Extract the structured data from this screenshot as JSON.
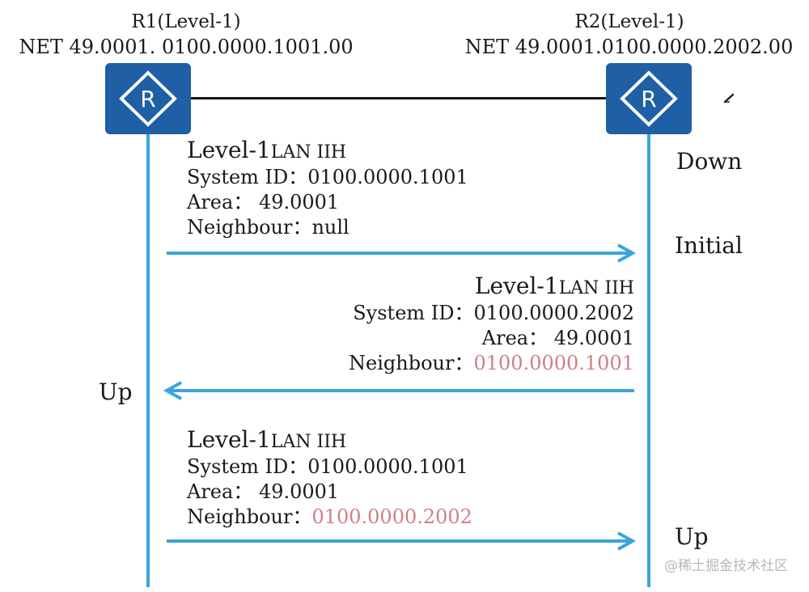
{
  "routers": {
    "r1": {
      "title": "R1(Level-1)",
      "net": "NET 49.0001. 0100.0000.1001.00"
    },
    "r2": {
      "title": "R2(Level-1)",
      "net": "NET 49.0001.0100.0000.2002.00"
    }
  },
  "messages": [
    {
      "title_main": "Level-1",
      "title_sub": "LAN IIH",
      "system_id": "System ID：0100.0000.1001",
      "area": "Area： 49.0001",
      "neighbour_label": "Neighbour：",
      "neighbour_value": "null"
    },
    {
      "title_main": "Level-1",
      "title_sub": "LAN IIH",
      "system_id": "System ID：0100.0000.2002",
      "area": "Area： 49.0001",
      "neighbour_label": "Neighbour：",
      "neighbour_value": "0100.0000.1001"
    },
    {
      "title_main": "Level-1",
      "title_sub": "LAN IIH",
      "system_id": "System ID：0100.0000.1001",
      "area": "Area： 49.0001",
      "neighbour_label": "Neighbour：",
      "neighbour_value": "0100.0000.2002"
    }
  ],
  "states": {
    "r2_down": "Down",
    "r2_initial": "Initial",
    "r1_up": "Up",
    "r2_up": "Up"
  },
  "icons": {
    "router": "router-icon",
    "pen": "pen-icon"
  },
  "colors": {
    "router_fill": "#1f5fa6",
    "lifeline": "#3aa5dc",
    "neighbour_highlight": "#cf7f85"
  },
  "watermark": "@稀土掘金技术社区"
}
